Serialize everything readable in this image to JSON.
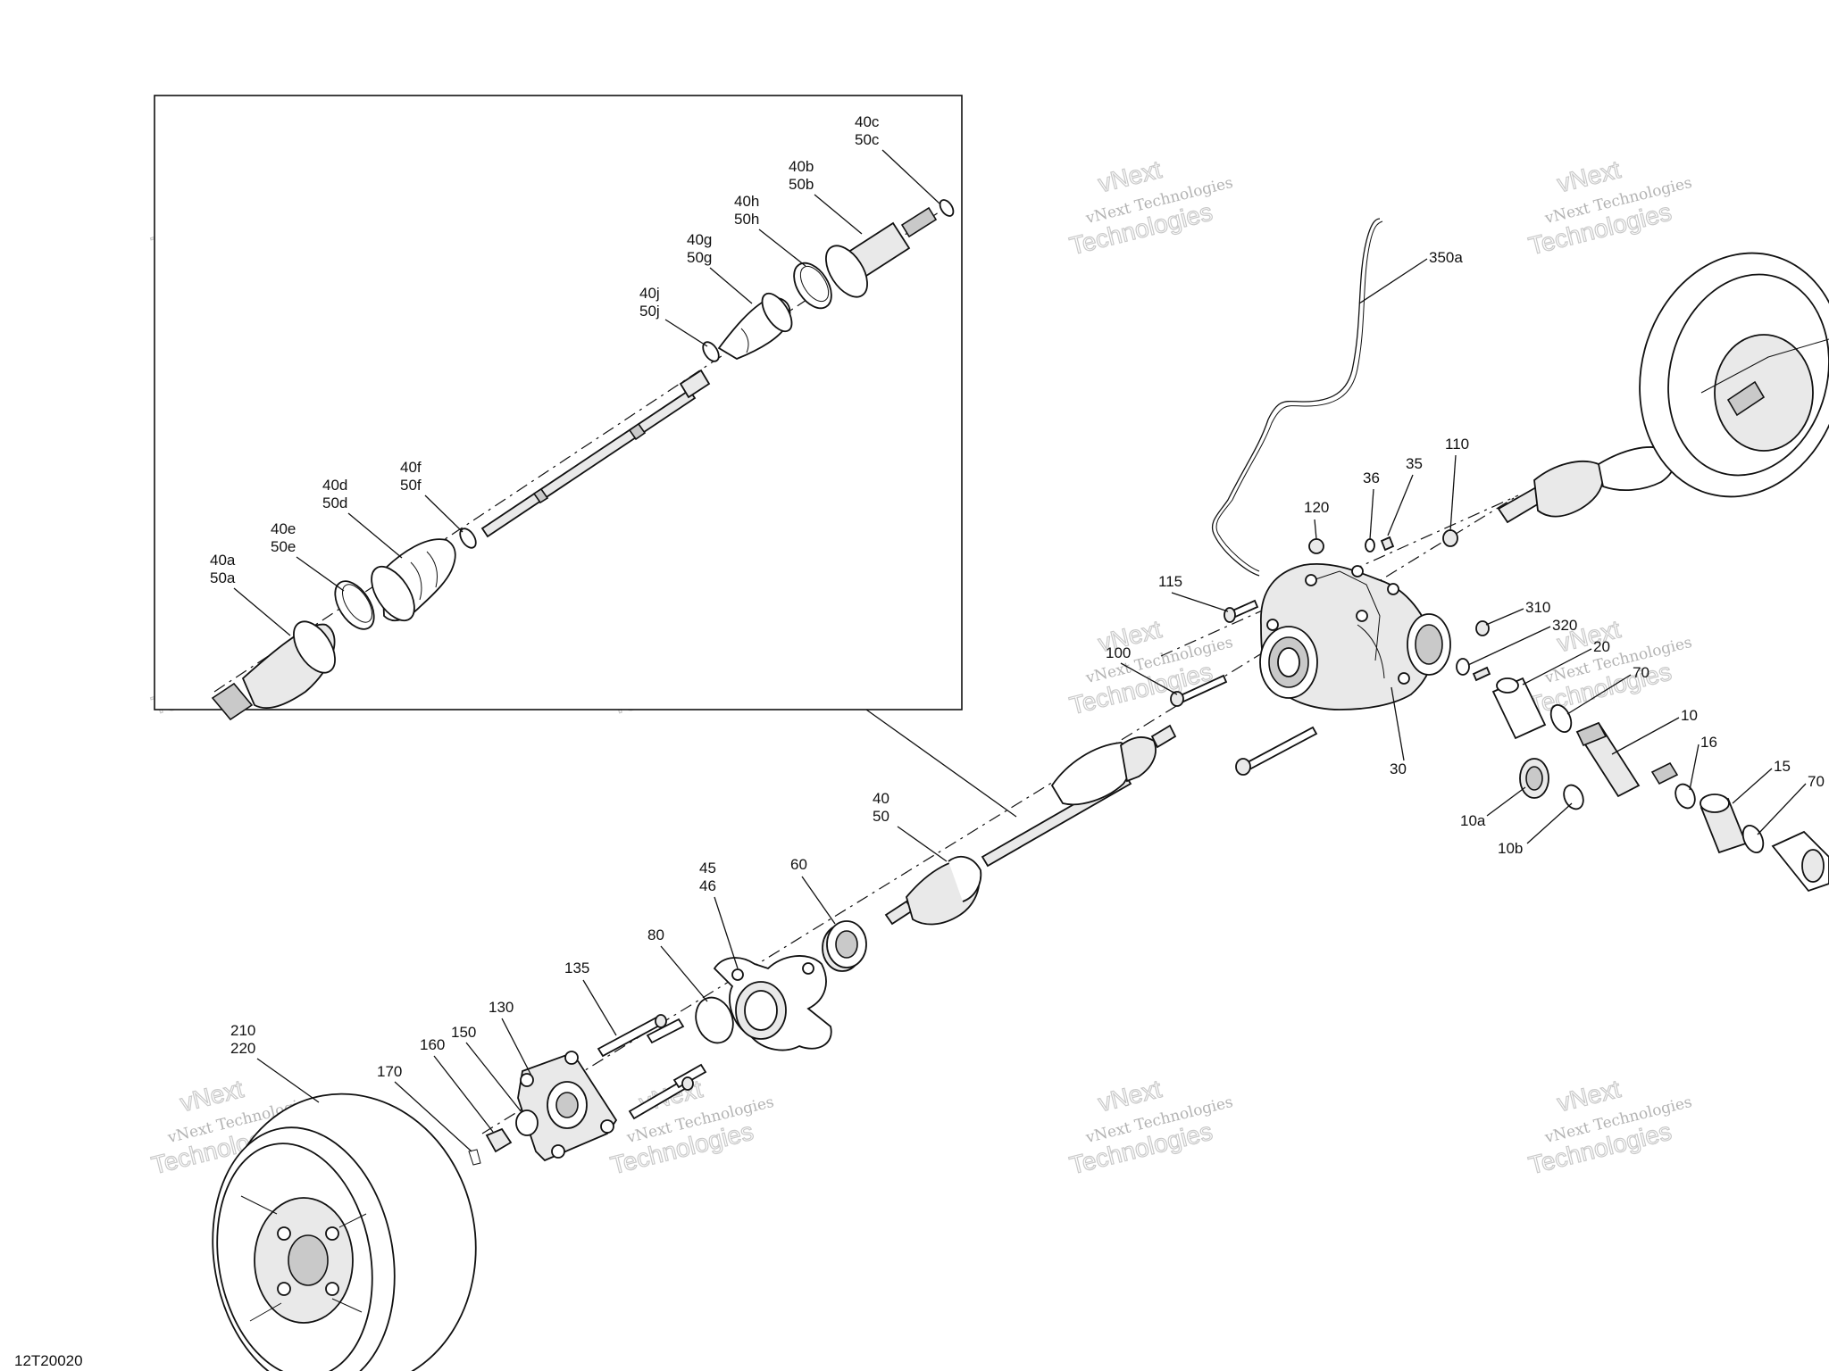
{
  "drawing_code": "12T20020",
  "watermark": {
    "line1": "vNext",
    "line2": "vNext Technologies",
    "line3": "Technologies"
  },
  "callouts": {
    "c40c": "40c",
    "c50c": "50c",
    "c40b": "40b",
    "c50b": "50b",
    "c40h": "40h",
    "c50h": "50h",
    "c40g": "40g",
    "c50g": "50g",
    "c40j": "40j",
    "c50j": "50j",
    "c40f": "40f",
    "c50f": "50f",
    "c40d": "40d",
    "c50d": "50d",
    "c40e": "40e",
    "c50e": "50e",
    "c40a": "40a",
    "c50a": "50a",
    "c350a": "350a",
    "c110": "110",
    "c35": "35",
    "c36": "36",
    "c120": "120",
    "c115": "115",
    "c100": "100",
    "c310": "310",
    "c320": "320",
    "c20": "20",
    "c70a": "70",
    "c30": "30",
    "c10": "10",
    "c16": "16",
    "c15": "15",
    "c70b": "70",
    "c10a": "10a",
    "c10b": "10b",
    "c40": "40",
    "c50": "50",
    "c45": "45",
    "c46": "46",
    "c60": "60",
    "c80": "80",
    "c135": "135",
    "c130": "130",
    "c150": "150",
    "c160": "160",
    "c170": "170",
    "c210": "210",
    "c220": "220"
  }
}
